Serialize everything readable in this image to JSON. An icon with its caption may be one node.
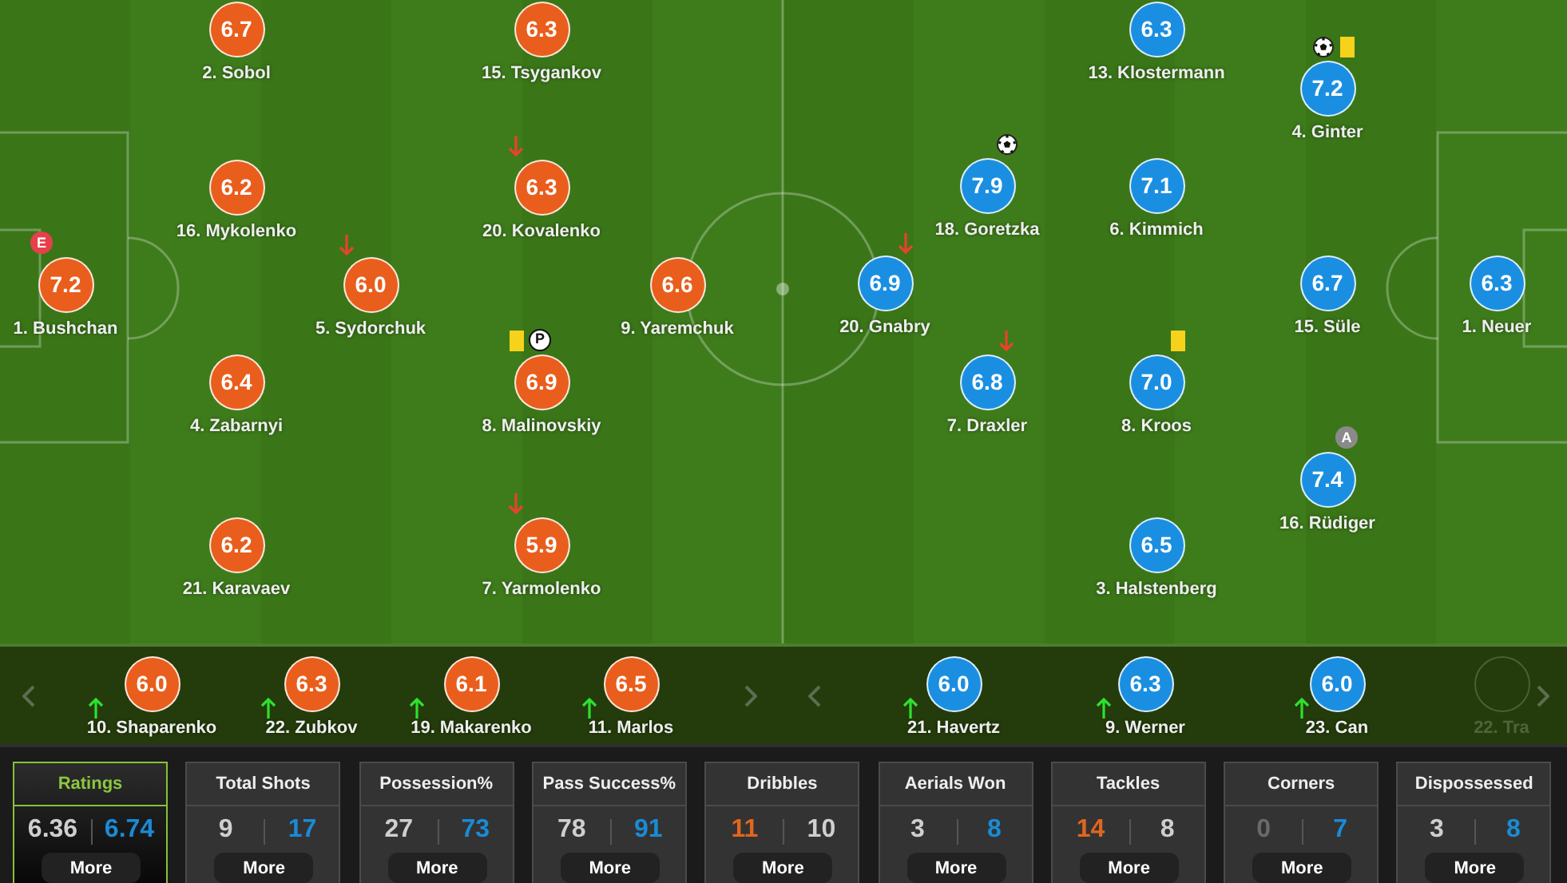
{
  "diagram": {
    "nodes": [
      {
        "text": [
          "7.2"
        ],
        "beside": [
          "1. Bushchan"
        ]
      },
      {
        "text": [
          "E"
        ]
      },
      {
        "text": [
          "6.7"
        ],
        "beside": [
          "2. Sobol"
        ]
      },
      {
        "text": [
          "6.2"
        ],
        "beside": [
          "16. Mykolenko"
        ]
      },
      {
        "text": [
          "6.4"
        ],
        "beside": [
          "4. Zabarnyi"
        ]
      },
      {
        "text": [
          "6.2"
        ],
        "beside": [
          "21. Karavaev"
        ]
      },
      {
        "text": [
          "6.0"
        ],
        "beside": [
          "5. Sydorchuk"
        ]
      },
      {
        "text": [
          "6.3"
        ],
        "beside": [
          "15. Tsygankov"
        ]
      },
      {
        "text": [
          "6.3"
        ],
        "beside": [
          "20. Kovalenko"
        ]
      },
      {
        "text": [
          "P"
        ]
      },
      {
        "text": [
          "6.9"
        ],
        "beside": [
          "8. Malinovskiy"
        ]
      },
      {
        "text": [
          "5.9"
        ],
        "beside": [
          "7. Yarmolenko"
        ]
      },
      {
        "text": [
          "6.6"
        ],
        "beside": [
          "9. Yaremchuk"
        ]
      },
      {
        "text": [
          "6.9"
        ],
        "beside": [
          "20. Gnabry"
        ]
      },
      {
        "text": [
          "7.9"
        ],
        "beside": [
          "18. Goretzka"
        ]
      },
      {
        "text": [
          "6.8"
        ],
        "beside": [
          "7. Draxler"
        ]
      },
      {
        "text": [
          "6.3"
        ],
        "beside": [
          "13. Klostermann"
        ]
      },
      {
        "text": [
          "7.1"
        ],
        "beside": [
          "6. Kimmich"
        ]
      },
      {
        "text": [
          "7.0"
        ],
        "beside": [
          "8. Kroos"
        ]
      },
      {
        "text": [
          "6.5"
        ],
        "beside": [
          "3. Halstenberg"
        ]
      },
      {
        "text": [
          "7.2"
        ],
        "beside": [
          "4. Ginter"
        ]
      },
      {
        "text": [
          "6.7"
        ],
        "beside": [
          "15. Süle"
        ]
      },
      {
        "text": [
          "A"
        ]
      },
      {
        "text": [
          "7.4"
        ],
        "beside": [
          "16. Rüdiger"
        ]
      },
      {
        "text": [
          "6.3"
        ],
        "beside": [
          "1. Neuer"
        ]
      },
      {
        "text": [
          "6.0"
        ],
        "beside": [
          "10. Shaparenko"
        ]
      },
      {
        "text": [
          "6.3"
        ],
        "beside": [
          "22. Zubkov"
        ]
      },
      {
        "text": [
          "6.1"
        ],
        "beside": [
          "19. Makarenko"
        ]
      },
      {
        "text": [
          "6.5"
        ],
        "beside": [
          "11. Marlos"
        ]
      },
      {
        "text": [
          "6.0"
        ],
        "beside": [
          "21. Havertz"
        ]
      },
      {
        "text": [
          "6.3"
        ],
        "beside": [
          "9. Werner"
        ]
      },
      {
        "text": [
          "6.0"
        ],
        "beside": [
          "23. Can"
        ]
      },
      {
        "text": [],
        "shape": "circle",
        "beside": [
          "22. Tra"
        ]
      },
      {
        "text": [
          "Ratings",
          "6.36",
          "6.74"
        ]
      },
      {
        "text": [
          "More"
        ],
        "in": 33
      },
      {
        "text": [
          "Total Shots",
          "9",
          "17"
        ]
      },
      {
        "text": [
          "More"
        ],
        "in": 35
      },
      {
        "text": [
          "Possession%",
          "27",
          "73"
        ]
      },
      {
        "text": [
          "More"
        ],
        "in": 37
      },
      {
        "text": [
          "Pass Success%",
          "78",
          "91"
        ]
      },
      {
        "text": [
          "More"
        ],
        "in": 39
      },
      {
        "text": [
          "Dribbles",
          "11",
          "10"
        ]
      },
      {
        "text": [
          "More"
        ],
        "in": 41
      },
      {
        "text": [
          "Aerials Won",
          "3",
          "8"
        ]
      },
      {
        "text": [
          "More"
        ],
        "in": 43
      },
      {
        "text": [
          "Tackles",
          "14",
          "8"
        ]
      },
      {
        "text": [
          "More"
        ],
        "in": 45
      },
      {
        "text": [
          "Corners",
          "0",
          "7"
        ]
      },
      {
        "text": [
          "More"
        ],
        "in": 47
      },
      {
        "text": [
          "Dispossessed",
          "3",
          "8"
        ]
      },
      {
        "text": [
          "More"
        ],
        "in": 49
      }
    ]
  }
}
